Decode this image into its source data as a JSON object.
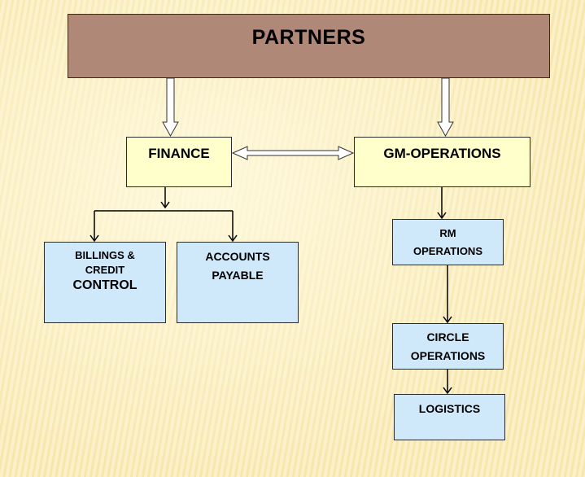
{
  "title": "PARTNERS",
  "finance": "FINANCE",
  "gm_operations": "GM-OPERATIONS",
  "billings": {
    "line1": "BILLINGS &",
    "line2": "CREDIT",
    "line3": "CONTROL"
  },
  "accounts": {
    "line1": "ACCOUNTS",
    "line2": "PAYABLE"
  },
  "rm": {
    "line1": "RM",
    "line2": "OPERATIONS"
  },
  "circle": {
    "line1": "CIRCLE",
    "line2": "OPERATIONS"
  },
  "logistics": "LOGISTICS",
  "colors": {
    "title_fill": "#b08878",
    "level1_fill": "#ffffcc",
    "level2_fill": "#cfe8fa",
    "background": "#f7e7ad"
  }
}
